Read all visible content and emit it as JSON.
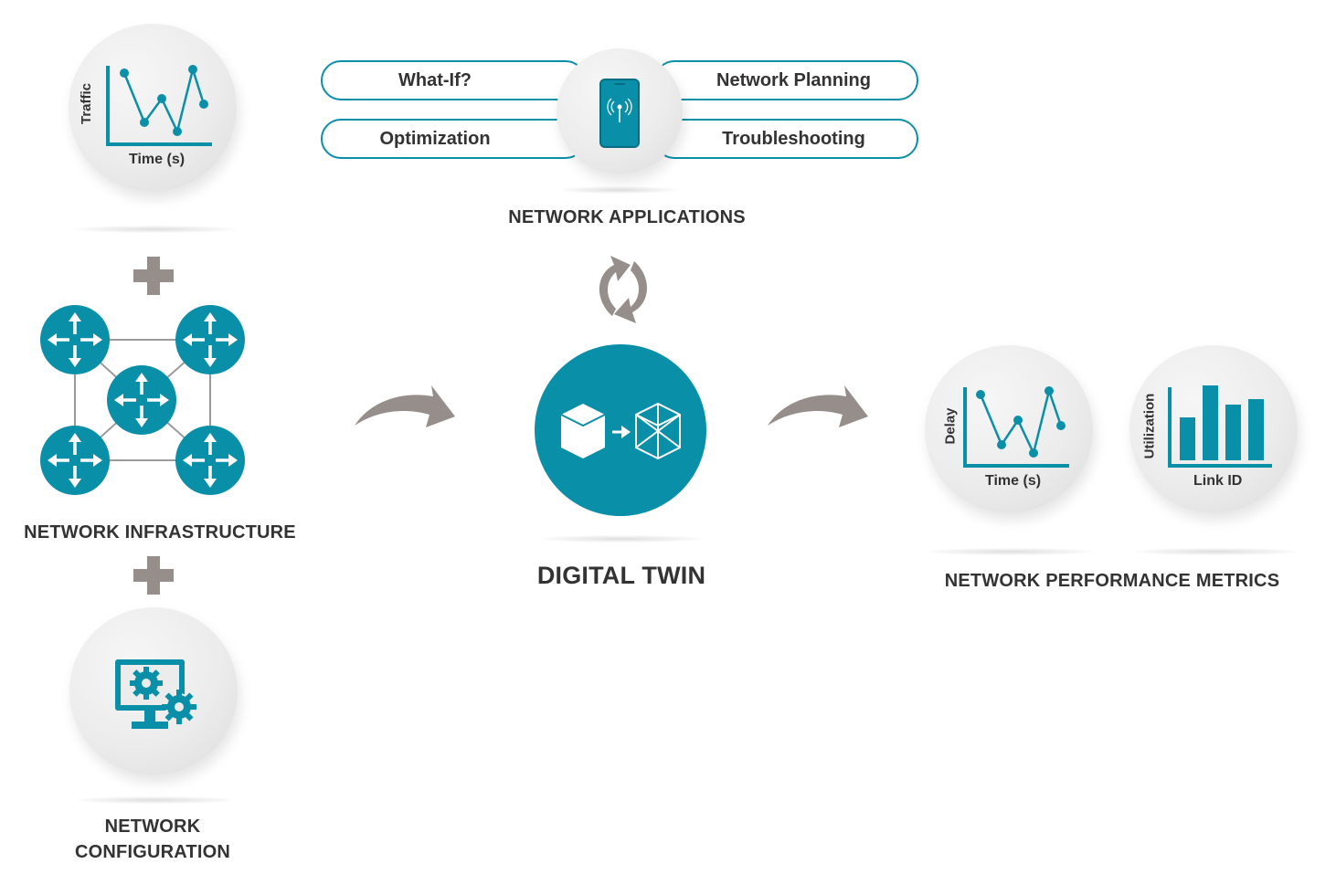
{
  "colors": {
    "accent": "#0a8fa8",
    "arrow": "#958e8b",
    "text": "#333333",
    "circle_bg": "#ececec"
  },
  "inputs": {
    "traffic_chart": {
      "ylabel": "Traffic",
      "xlabel": "Time (s)",
      "icon": "line-chart-icon"
    },
    "plus_1": "plus-icon",
    "infrastructure": {
      "label": "NETWORK INFRASTRUCTURE",
      "icon": "router-icon"
    },
    "plus_2": "plus-icon",
    "configuration": {
      "label_line1": "NETWORK",
      "label_line2": "CONFIGURATION",
      "icon": "monitor-gears-icon"
    }
  },
  "applications": {
    "label": "NETWORK APPLICATIONS",
    "items": [
      "What-If?",
      "Network Planning",
      "Optimization",
      "Troubleshooting"
    ],
    "icon": "smartphone-icon"
  },
  "digital_twin": {
    "label": "DIGITAL TWIN",
    "icon": "cube-to-wireframe-icon"
  },
  "metrics": {
    "label": "NETWORK PERFORMANCE METRICS",
    "delay_chart": {
      "ylabel": "Delay",
      "xlabel": "Time (s)",
      "icon": "line-chart-icon"
    },
    "utilization_chart": {
      "ylabel": "Utilization",
      "xlabel": "Link ID",
      "icon": "bar-chart-icon"
    }
  }
}
